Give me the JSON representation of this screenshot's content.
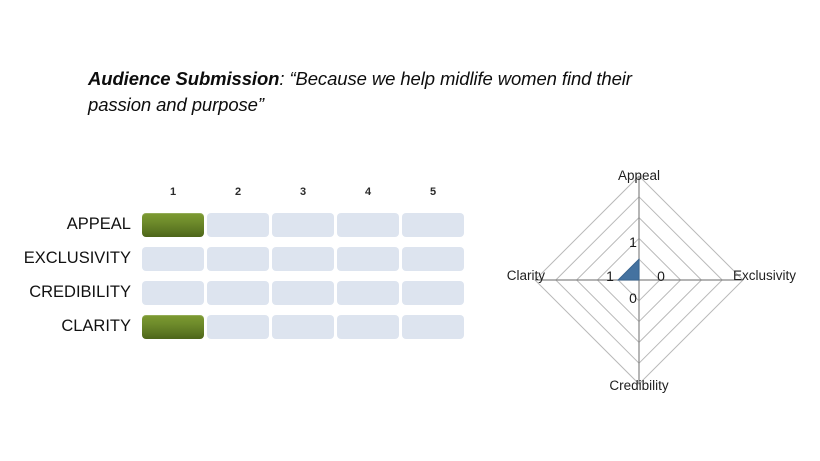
{
  "headline": {
    "lead": "Audience Submission",
    "rest": ": “Because we help midlife women find their passion and purpose”"
  },
  "bar_chart": {
    "column_headers": [
      "1",
      "2",
      "3",
      "4",
      "5"
    ],
    "rows": [
      {
        "label": "APPEAL",
        "value": 1
      },
      {
        "label": "EXCLUSIVITY",
        "value": 0
      },
      {
        "label": "CREDIBILITY",
        "value": 0
      },
      {
        "label": "CLARITY",
        "value": 1
      }
    ],
    "max": 5,
    "filled_color": "#6f8c2b",
    "empty_color": "#dde4ef"
  },
  "radar_chart": {
    "axis_labels": {
      "top": "Appeal",
      "right": "Exclusivity",
      "bottom": "Credibility",
      "left": "Clarity"
    },
    "data_labels": {
      "appeal": "1",
      "exclusivity": "0",
      "credibility": "0",
      "clarity": "1"
    },
    "rings": 5,
    "fill_color": "#4472a0",
    "grid_color": "#b9b9b9",
    "axis_color": "#868686"
  },
  "chart_data": [
    {
      "type": "bar",
      "title": "",
      "orientation": "horizontal-segmented",
      "categories": [
        "APPEAL",
        "EXCLUSIVITY",
        "CREDIBILITY",
        "CLARITY"
      ],
      "values": [
        1,
        0,
        0,
        1
      ],
      "tick_labels": [
        "1",
        "2",
        "3",
        "4",
        "5"
      ],
      "xlabel": "",
      "ylabel": "",
      "xlim": [
        0,
        5
      ],
      "grid": false,
      "legend": "none"
    },
    {
      "type": "radar",
      "title": "",
      "categories": [
        "Appeal",
        "Exclusivity",
        "Credibility",
        "Clarity"
      ],
      "values": [
        1,
        0,
        0,
        1
      ],
      "annotations": [
        "1",
        "0",
        "0",
        "1"
      ],
      "rlim": [
        0,
        5
      ],
      "rings": 5,
      "grid": true,
      "legend": "none"
    }
  ]
}
